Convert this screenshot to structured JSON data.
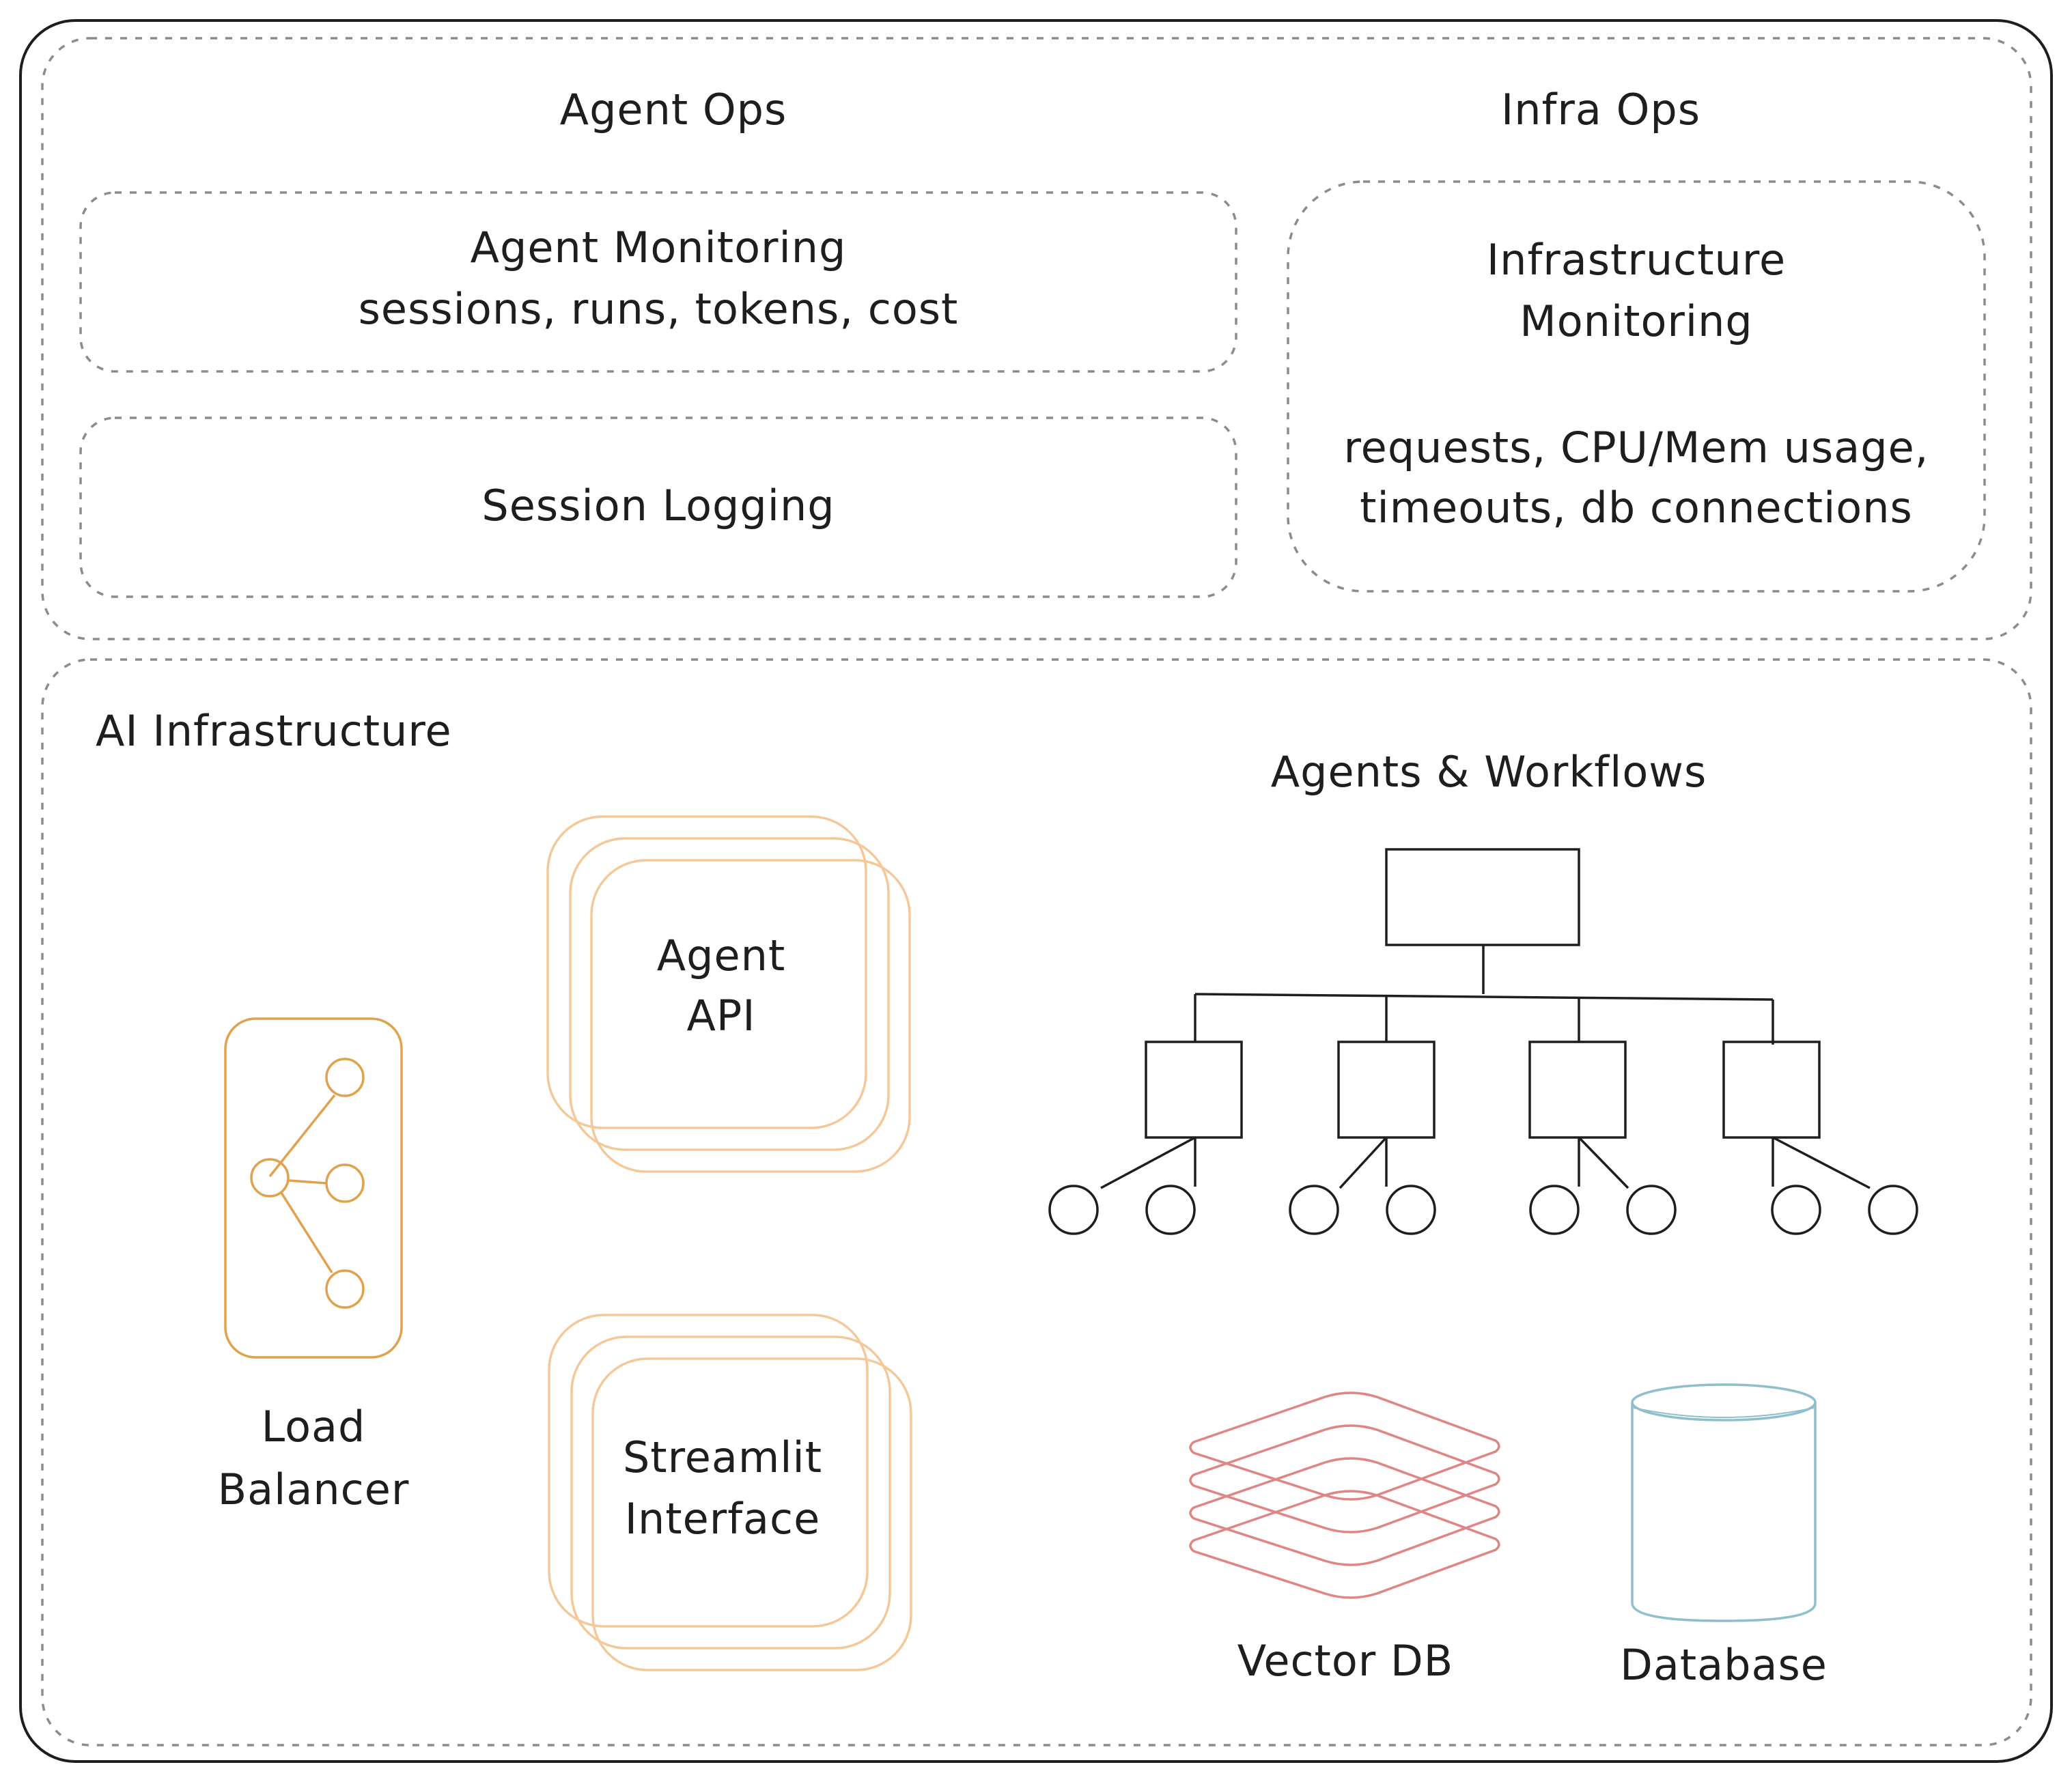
{
  "agent_ops": {
    "title": "Agent Ops",
    "monitoring": {
      "title": "Agent Monitoring",
      "detail": "sessions, runs, tokens, cost"
    },
    "logging": {
      "title": "Session Logging"
    }
  },
  "infra_ops": {
    "title": "Infra Ops",
    "monitoring": {
      "title_line1": "Infrastructure",
      "title_line2": "Monitoring",
      "detail_line1": "requests, CPU/Mem usage,",
      "detail_line2": "timeouts, db connections"
    }
  },
  "ai_infrastructure": {
    "title": "AI Infrastructure",
    "load_balancer": {
      "label_line1": "Load",
      "label_line2": "Balancer",
      "icon": "load-balancer-icon"
    },
    "agent_api": {
      "label_line1": "Agent",
      "label_line2": "API"
    },
    "streamlit": {
      "label_line1": "Streamlit",
      "label_line2": "Interface"
    },
    "workflows": {
      "title": "Agents & Workflows",
      "icon": "hierarchy-tree-icon"
    },
    "vector_db": {
      "label": "Vector DB",
      "icon": "stacked-layers-icon"
    },
    "database": {
      "label": "Database",
      "icon": "cylinder-database-icon"
    }
  },
  "colors": {
    "ink": "#1e1e1e",
    "dashed": "#8c8c8c",
    "orange_strong": "#e0a24c",
    "orange_light": "#f5c89a",
    "red": "#e08585",
    "teal": "#8fbfcc"
  }
}
